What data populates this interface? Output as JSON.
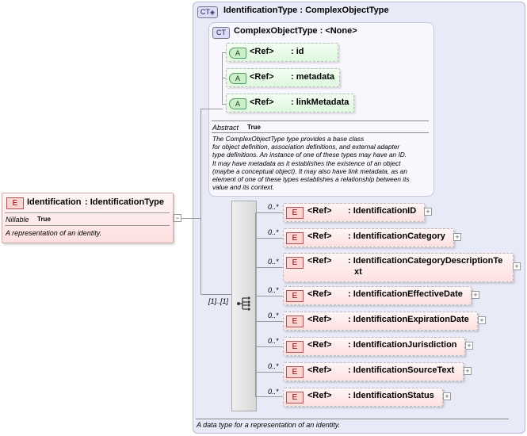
{
  "root_element": {
    "tag": "E",
    "ref": "Identification",
    "type": ": IdentificationType",
    "nillable_label": "Nillable",
    "nillable_value": "True",
    "doc": "A representation of an identity.",
    "expander": "−"
  },
  "complex_type": {
    "tag": "CT",
    "title": "IdentificationType : ComplexObjectType",
    "footer_doc": "A data type for a representation of an identity.",
    "base": {
      "tag": "CT",
      "title": "ComplexObjectType : <None>",
      "abstract_label": "Abstract",
      "abstract_value": "True",
      "doc_lines": [
        "The ComplexObjectType type provides a base class",
        "for object definition, association definitions, and external adapter",
        "type definitions. An instance of one of these types may have an ID.",
        "It may have metadata as it establishes the existence of an object",
        "(maybe a conceptual object). It may also have link metadata, as an",
        "element of one of these types establishes a relationship between its",
        "value and its context."
      ],
      "attributes": [
        {
          "tag": "A",
          "ref": "<Ref>",
          "name": ": id"
        },
        {
          "tag": "A",
          "ref": "<Ref>",
          "name": ": metadata"
        },
        {
          "tag": "A",
          "ref": "<Ref>",
          "name": ": linkMetadata"
        }
      ]
    },
    "sequence": {
      "cardinality": "[1]..[1]",
      "elements": [
        {
          "occurs": "0..*",
          "tag": "E",
          "ref": "<Ref>",
          "name": ": IdentificationID"
        },
        {
          "occurs": "0..*",
          "tag": "E",
          "ref": "<Ref>",
          "name": ": IdentificationCategory"
        },
        {
          "occurs": "0..*",
          "tag": "E",
          "ref": "<Ref>",
          "name": ": IdentificationCategoryDescriptionTe",
          "name2": "xt"
        },
        {
          "occurs": "0..*",
          "tag": "E",
          "ref": "<Ref>",
          "name": ": IdentificationEffectiveDate"
        },
        {
          "occurs": "0..*",
          "tag": "E",
          "ref": "<Ref>",
          "name": ": IdentificationExpirationDate"
        },
        {
          "occurs": "0..*",
          "tag": "E",
          "ref": "<Ref>",
          "name": ": IdentificationJurisdiction"
        },
        {
          "occurs": "0..*",
          "tag": "E",
          "ref": "<Ref>",
          "name": ": IdentificationSourceText"
        },
        {
          "occurs": "0..*",
          "tag": "E",
          "ref": "<Ref>",
          "name": ": IdentificationStatus"
        }
      ],
      "expander": "+"
    }
  }
}
